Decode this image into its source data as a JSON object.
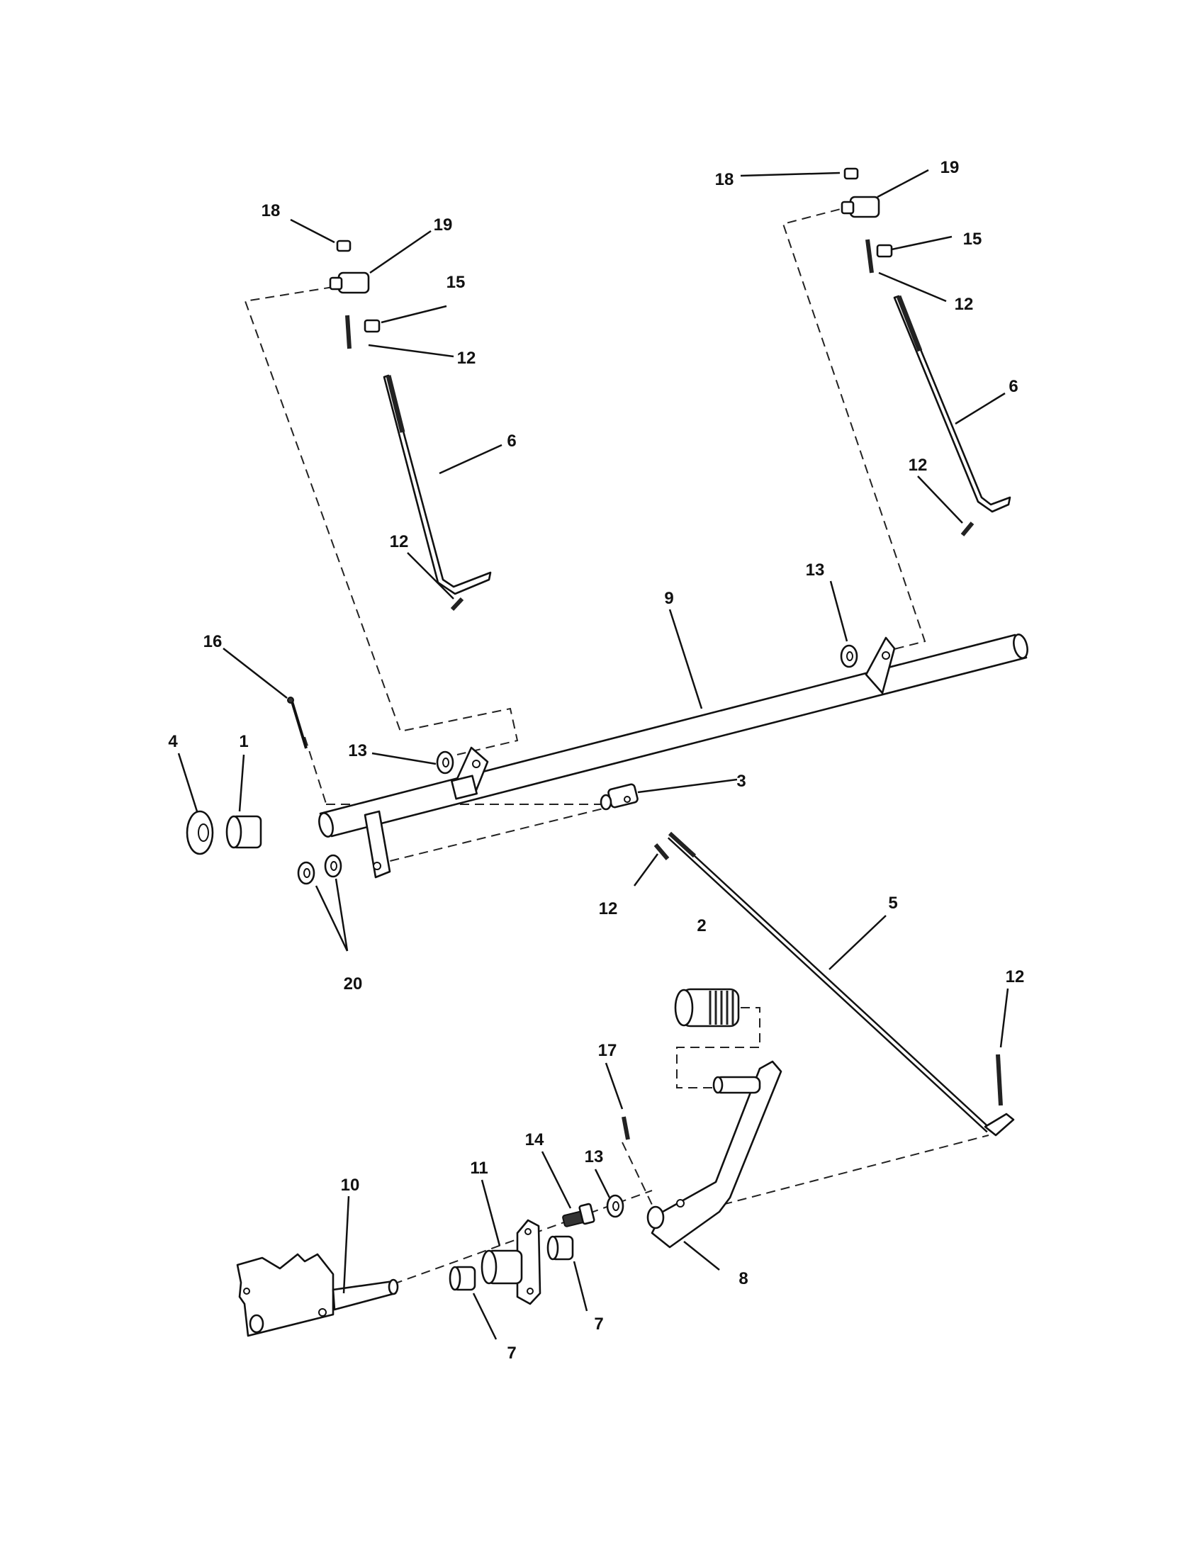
{
  "diagram": {
    "callouts": [
      {
        "id": "c1",
        "label": "1"
      },
      {
        "id": "c2",
        "label": "2"
      },
      {
        "id": "c3",
        "label": "3"
      },
      {
        "id": "c4",
        "label": "4"
      },
      {
        "id": "c5",
        "label": "5"
      },
      {
        "id": "c6a",
        "label": "6"
      },
      {
        "id": "c6b",
        "label": "6"
      },
      {
        "id": "c7a",
        "label": "7"
      },
      {
        "id": "c7b",
        "label": "7"
      },
      {
        "id": "c8",
        "label": "8"
      },
      {
        "id": "c9",
        "label": "9"
      },
      {
        "id": "c10",
        "label": "10"
      },
      {
        "id": "c11",
        "label": "11"
      },
      {
        "id": "c12a",
        "label": "12"
      },
      {
        "id": "c12b",
        "label": "12"
      },
      {
        "id": "c12c",
        "label": "12"
      },
      {
        "id": "c12d",
        "label": "12"
      },
      {
        "id": "c12e",
        "label": "12"
      },
      {
        "id": "c12f",
        "label": "12"
      },
      {
        "id": "c13a",
        "label": "13"
      },
      {
        "id": "c13b",
        "label": "13"
      },
      {
        "id": "c13c",
        "label": "13"
      },
      {
        "id": "c14",
        "label": "14"
      },
      {
        "id": "c15a",
        "label": "15"
      },
      {
        "id": "c15b",
        "label": "15"
      },
      {
        "id": "c16",
        "label": "16"
      },
      {
        "id": "c17",
        "label": "17"
      },
      {
        "id": "c18a",
        "label": "18"
      },
      {
        "id": "c18b",
        "label": "18"
      },
      {
        "id": "c19a",
        "label": "19"
      },
      {
        "id": "c19b",
        "label": "19"
      },
      {
        "id": "c20",
        "label": "20"
      }
    ]
  }
}
